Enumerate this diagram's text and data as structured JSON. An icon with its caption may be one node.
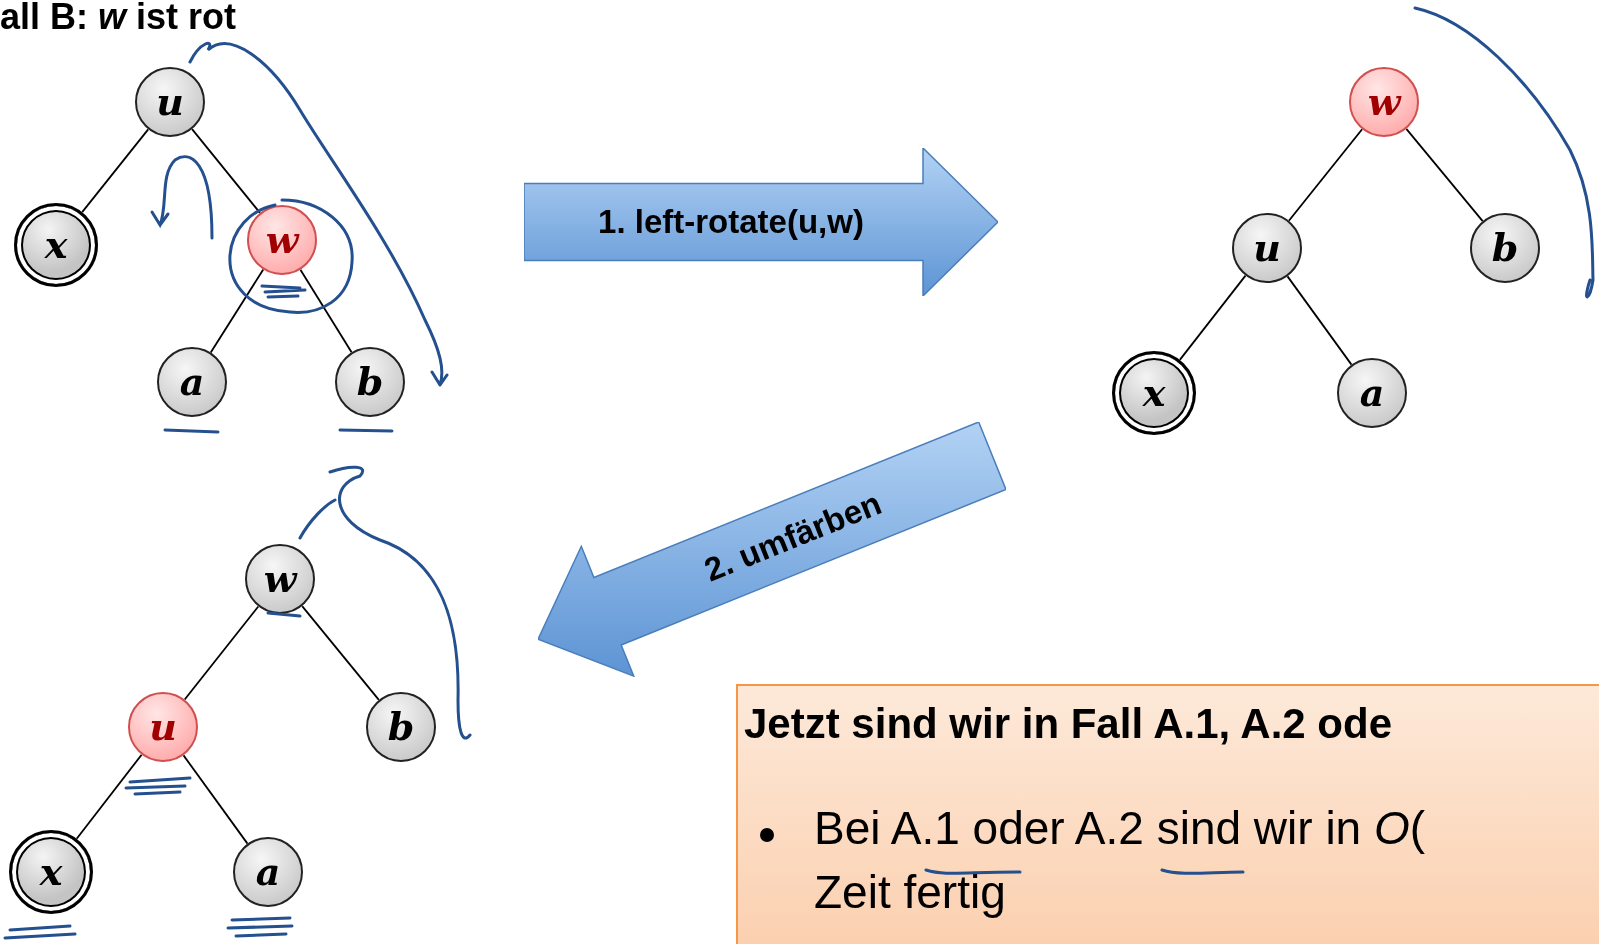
{
  "diagram": {
    "nodes": [
      {
        "text": [
          "u"
        ]
      },
      {
        "text": [
          "x"
        ]
      },
      {
        "text": [
          "w"
        ]
      },
      {
        "text": [
          "a"
        ]
      },
      {
        "text": [
          "b"
        ]
      },
      {
        "text": [
          "w"
        ]
      },
      {
        "text": [
          "u"
        ]
      },
      {
        "text": [
          "b"
        ]
      },
      {
        "text": [
          "x"
        ]
      },
      {
        "text": [
          "a"
        ]
      },
      {
        "text": [
          "w"
        ]
      },
      {
        "text": [
          "u"
        ]
      },
      {
        "text": [
          "b"
        ]
      },
      {
        "text": [
          "x"
        ]
      },
      {
        "text": [
          "a"
        ]
      },
      {
        "text": [
          "1. left-rotate(u,w)"
        ]
      },
      {
        "text": [
          "2. umfärben"
        ]
      },
      {
        "text": [
          "Jetzt sind wir in Fall A.1, A.2 ode",
          "Bei A.1 oder A.2 sind wir in *O*( Zeit fertig"
        ]
      }
    ],
    "edges": [
      {
        "from": 0,
        "to": 1,
        "arrow": "none"
      },
      {
        "from": 0,
        "to": 2,
        "arrow": "none"
      },
      {
        "from": 2,
        "to": 3,
        "arrow": "none"
      },
      {
        "from": 2,
        "to": 4,
        "arrow": "none"
      },
      {
        "from": 5,
        "to": 6,
        "arrow": "none"
      },
      {
        "from": 5,
        "to": 7,
        "arrow": "none"
      },
      {
        "from": 6,
        "to": 8,
        "arrow": "none"
      },
      {
        "from": 6,
        "to": 9,
        "arrow": "none"
      },
      {
        "from": 10,
        "to": 11,
        "arrow": "none"
      },
      {
        "from": 10,
        "to": 12,
        "arrow": "none"
      },
      {
        "from": 11,
        "to": 13,
        "arrow": "none"
      },
      {
        "from": 11,
        "to": 14,
        "arrow": "none"
      }
    ],
    "labels": [
      "all B: *w* ist rot"
    ]
  }
}
